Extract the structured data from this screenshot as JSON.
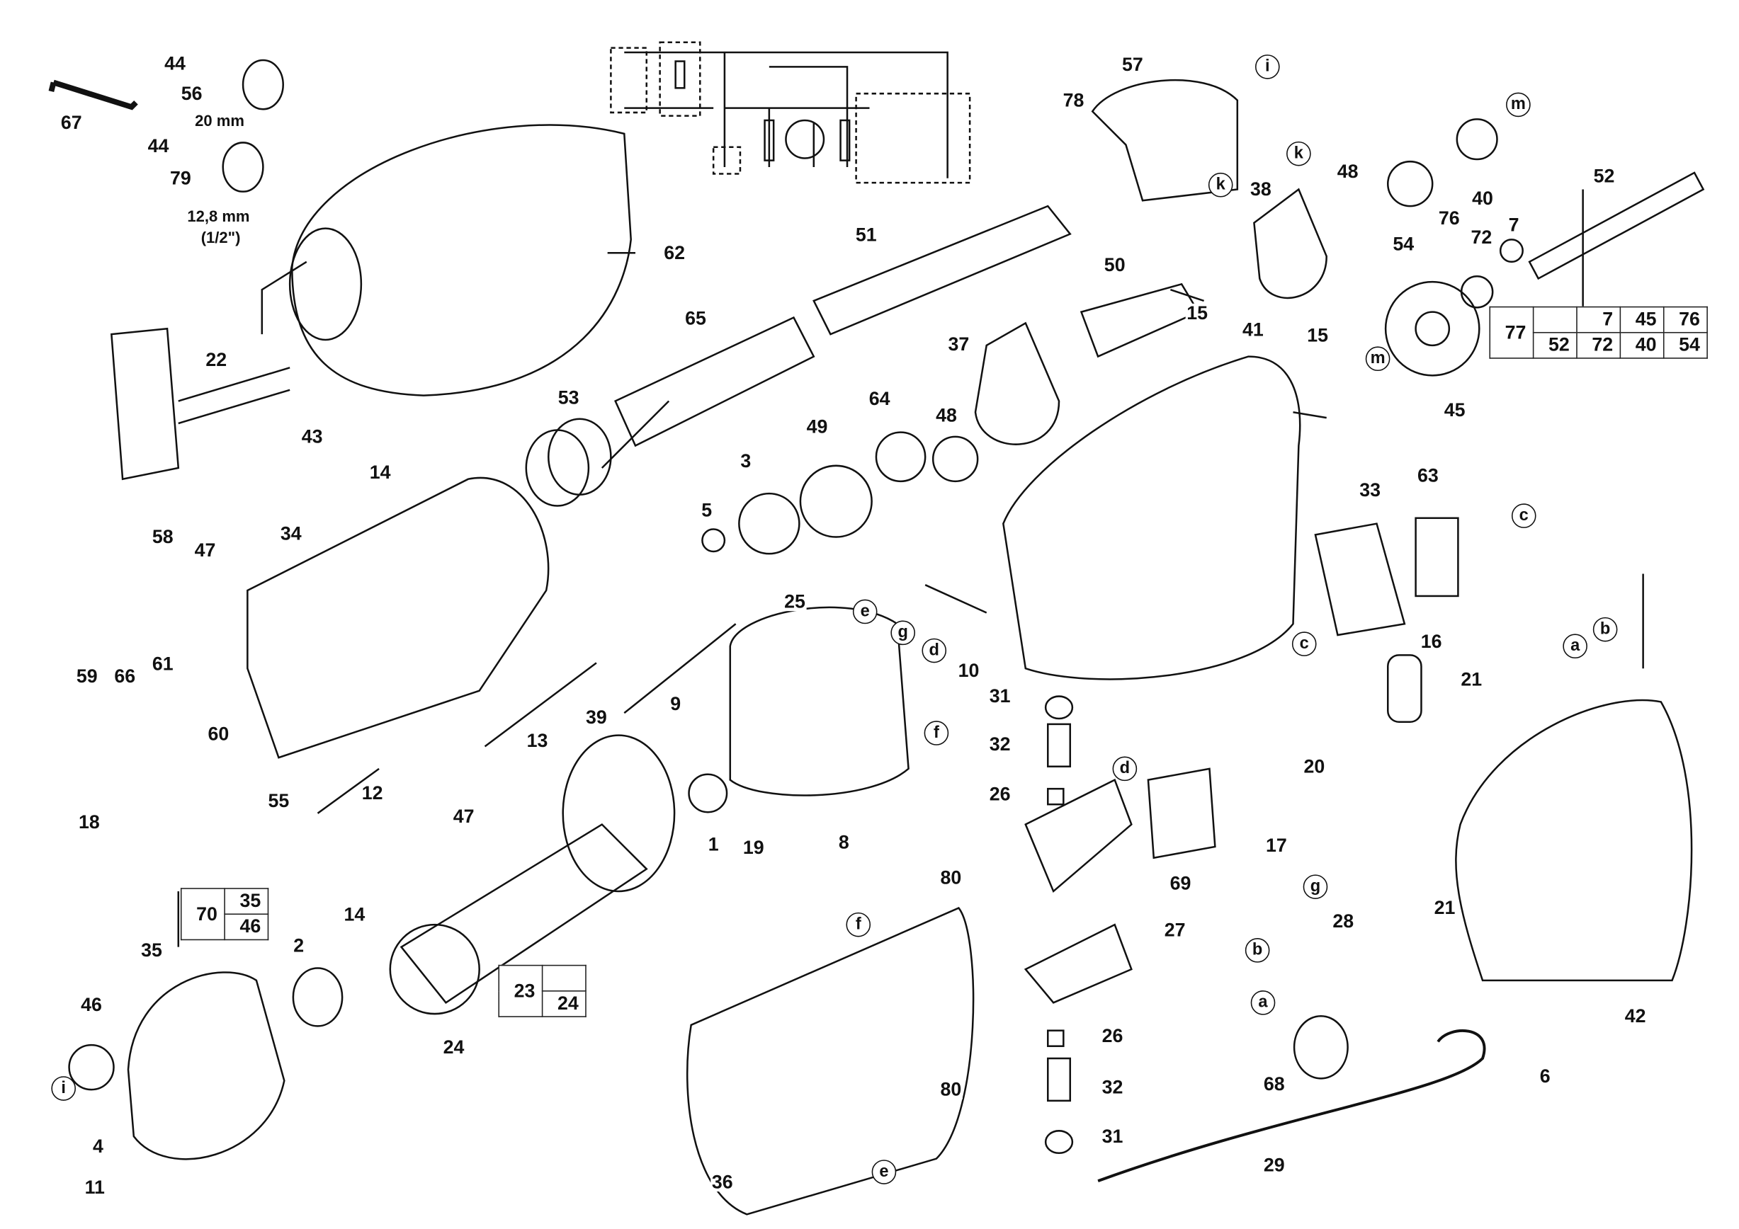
{
  "title": "Exploded parts diagram",
  "parts": [
    "44",
    "56",
    "20 mm",
    "67",
    "44",
    "79",
    "12,8 mm",
    "(1/2\")",
    "62",
    "22",
    "43",
    "14",
    "57",
    "78",
    "38",
    "48",
    "54",
    "76",
    "40",
    "52",
    "7",
    "72",
    "51",
    "65",
    "50",
    "37",
    "45",
    "53",
    "3",
    "49",
    "64",
    "48",
    "15",
    "41",
    "15",
    "33",
    "63",
    "58",
    "47",
    "34",
    "5",
    "25",
    "10",
    "16",
    "21",
    "59",
    "66",
    "61",
    "60",
    "9",
    "13",
    "39",
    "31",
    "32",
    "20",
    "55",
    "12",
    "47",
    "18",
    "1",
    "8",
    "26",
    "17",
    "69",
    "21",
    "42",
    "19",
    "80",
    "27",
    "28",
    "6",
    "35",
    "14",
    "2",
    "24",
    "46",
    "4",
    "11",
    "36",
    "26",
    "32",
    "68",
    "80",
    "31",
    "29"
  ],
  "connectors": [
    "i",
    "k",
    "k",
    "m",
    "m",
    "c",
    "e",
    "g",
    "d",
    "f",
    "c",
    "a",
    "b",
    "d",
    "g",
    "f",
    "b",
    "a",
    "i",
    "e"
  ],
  "kit_tables": {
    "seal_kit": {
      "main": "77",
      "row1": [
        "",
        "7",
        "45",
        "76"
      ],
      "row2": [
        "52",
        "72",
        "40",
        "54"
      ]
    },
    "end_shield_kit": {
      "main": "70",
      "items": [
        "35",
        "46"
      ]
    },
    "armature_kit": {
      "main": "23",
      "items": [
        "",
        "24"
      ]
    }
  }
}
